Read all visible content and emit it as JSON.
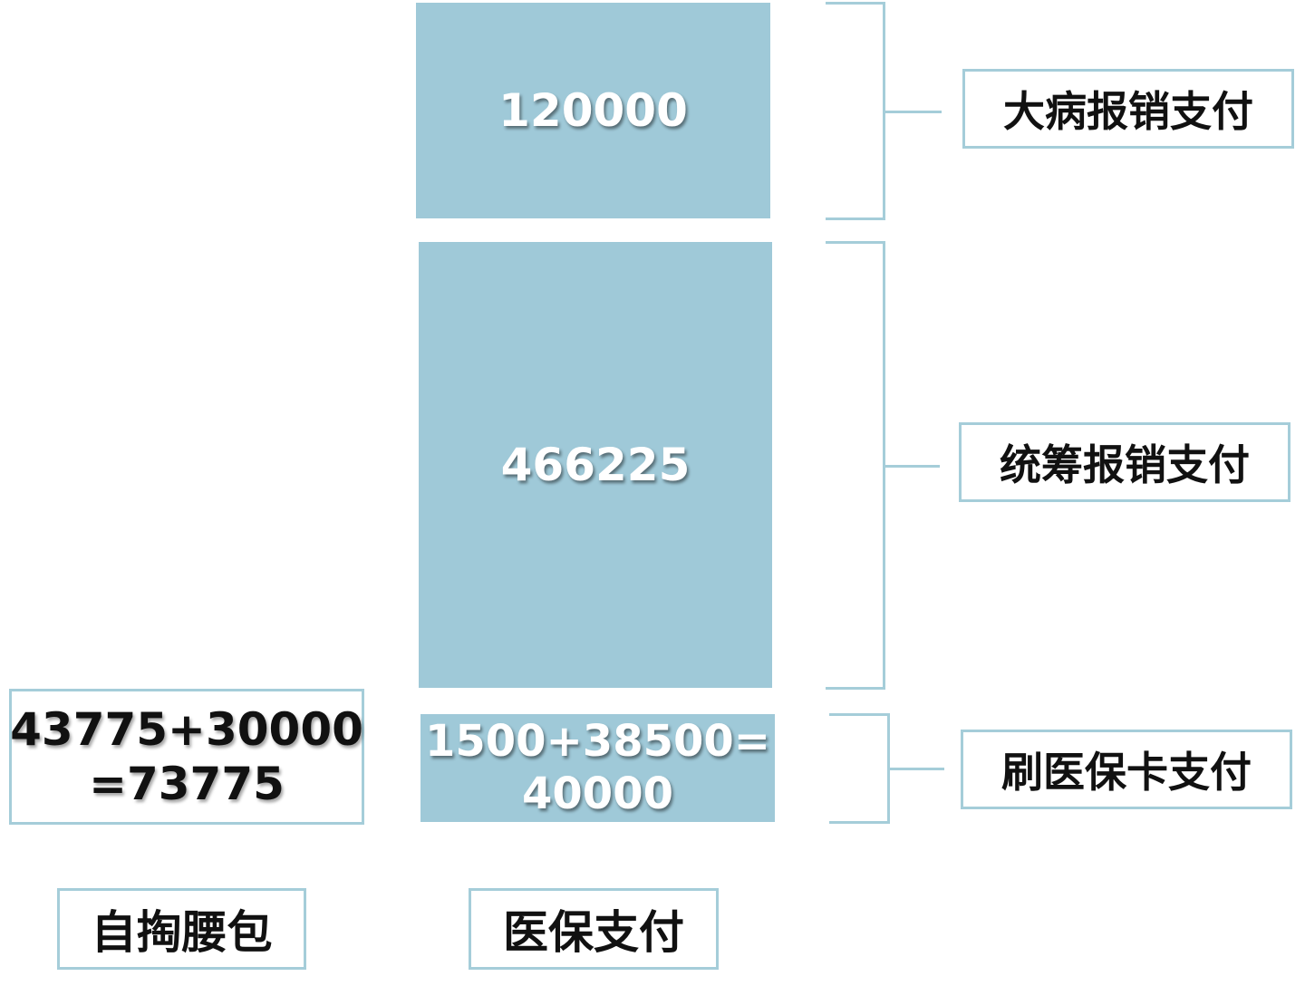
{
  "stack": {
    "blocks": [
      {
        "value": "120000"
      },
      {
        "value": "466225"
      },
      {
        "line1": "1500+38500=",
        "line2": "40000"
      }
    ]
  },
  "labels": {
    "critical_illness": "大病报销支付",
    "pooled": "统筹报销支付",
    "card": "刷医保卡支付"
  },
  "self_pay": {
    "line1": "43775+30000",
    "line2": "=73775",
    "label": "自掏腰包"
  },
  "insurance": {
    "label": "医保支付"
  },
  "colors": {
    "block": "#9fc9d8",
    "border": "#a5cdd9"
  }
}
